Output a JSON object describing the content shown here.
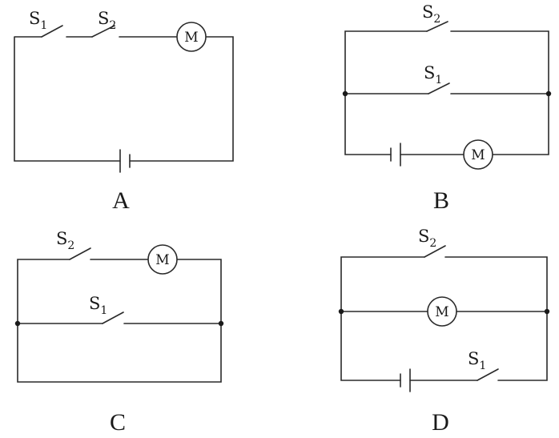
{
  "motor_symbol": "M",
  "circuits": [
    {
      "caption": "A",
      "switches": [
        {
          "letter": "S",
          "index": "1"
        },
        {
          "letter": "S",
          "index": "2"
        }
      ]
    },
    {
      "caption": "B",
      "switches": [
        {
          "letter": "S",
          "index": "2"
        },
        {
          "letter": "S",
          "index": "1"
        }
      ]
    },
    {
      "caption": "C",
      "switches": [
        {
          "letter": "S",
          "index": "2"
        },
        {
          "letter": "S",
          "index": "1"
        }
      ]
    },
    {
      "caption": "D",
      "switches": [
        {
          "letter": "S",
          "index": "2"
        },
        {
          "letter": "S",
          "index": "1"
        }
      ]
    }
  ]
}
